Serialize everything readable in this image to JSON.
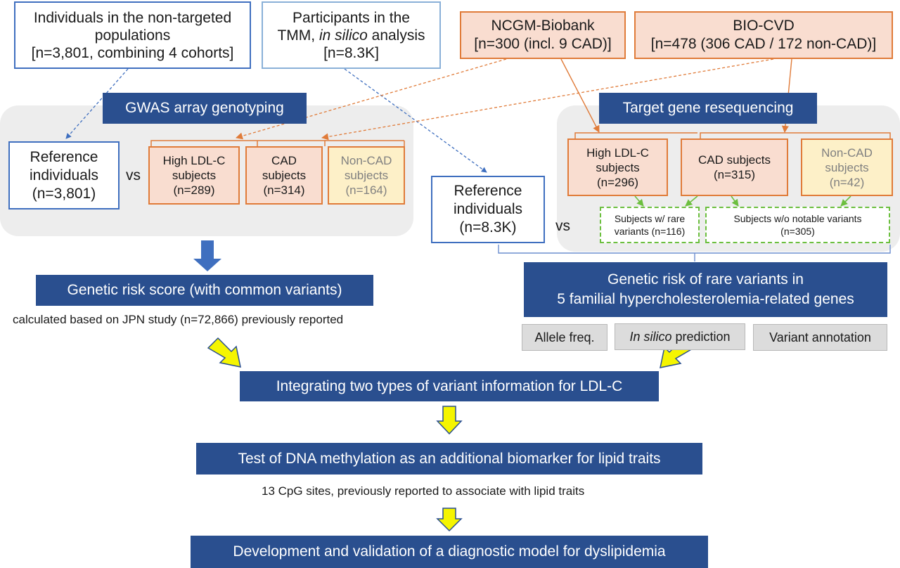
{
  "boxes": {
    "nontargeted": [
      "Individuals in the non-targeted",
      "populations",
      "[n=3,801, combining 4 cohorts]"
    ],
    "tmm": {
      "l1": "Participants in the",
      "l2_pre": "TMM, ",
      "l2_it": "in silico",
      "l2_post": " analysis",
      "l3": "[n=8.3K]"
    },
    "ncgm": [
      "NCGM-Biobank",
      "[n=300 (incl. 9 CAD)]"
    ],
    "biocvd": [
      "BIO-CVD",
      "[n=478 (306 CAD / 172 non-CAD)]"
    ],
    "gwas": "GWAS array genotyping",
    "target_reseq": "Target gene resequencing",
    "ref_left": [
      "Reference",
      "individuals",
      "(n=3,801)"
    ],
    "vs_left": "vs",
    "left_groups": [
      {
        "l1": "High LDL-C",
        "l2": "subjects",
        "l3": "(n=289)"
      },
      {
        "l1": "CAD",
        "l2": "subjects",
        "l3": "(n=314)"
      },
      {
        "l1": "Non-CAD",
        "l2": "subjects",
        "l3": "(n=164)"
      }
    ],
    "ref_right": [
      "Reference",
      "individuals",
      "(n=8.3K)"
    ],
    "vs_right": "vs",
    "right_groups": [
      {
        "l1": "High LDL-C",
        "l2": "subjects",
        "l3": "(n=296)"
      },
      {
        "l1": "CAD subjects",
        "l2": "(n=315)",
        "l3": ""
      },
      {
        "l1": "Non-CAD",
        "l2": "subjects",
        "l3": "(n=42)"
      }
    ],
    "rare_subjects": [
      "Subjects w/ rare",
      "variants (n=116)"
    ],
    "no_notable": [
      "Subjects w/o notable variants",
      "(n=305)"
    ],
    "grs": "Genetic risk score (with common variants)",
    "grs_note": "calculated based on JPN study (n=72,866) previously reported",
    "rare_risk": [
      "Genetic risk of rare variants in",
      "5 familial hypercholesterolemia-related genes"
    ],
    "allele": "Allele freq.",
    "insilico_it": "In silico",
    "insilico_post": " prediction",
    "annotation": "Variant annotation",
    "integrate": "Integrating two types of variant information for LDL-C",
    "methyl": "Test of DNA methylation as an additional biomarker for lipid traits",
    "cpg_note": "13 CpG sites, previously reported to associate with lipid traits",
    "develop": "Development and validation of a diagnostic model for dyslipidemia"
  },
  "colors": {
    "navy": "#2a4f8f",
    "orange": "#e07b39",
    "peach": "#f9ddd0",
    "cream": "#fdf0c8",
    "green": "#6cbf3f",
    "yellow_arrow": "#f5f500",
    "panel": "#ededed"
  }
}
